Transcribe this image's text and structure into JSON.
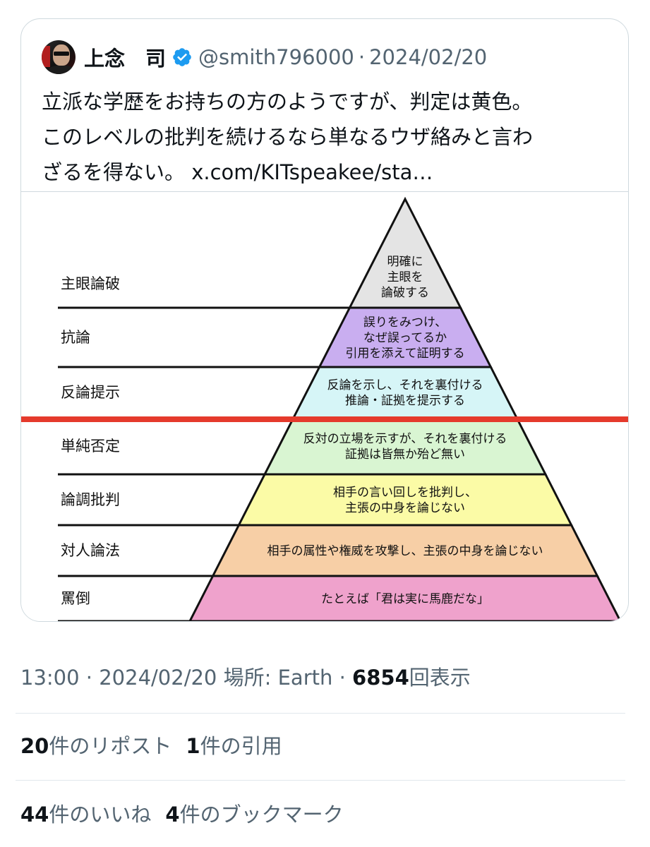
{
  "quoted_tweet": {
    "name": "上念　司",
    "handle": "@smith796000",
    "separator": "·",
    "date": "2024/02/20",
    "text_lines": [
      "立派な学歴をお持ちの方のようですが、判定は黄色。",
      "このレベルの批判を続けるなら単なるウザ絡みと言わ",
      "ざるを得ない。 x.com/KITspeakee/sta…"
    ],
    "verified_color": "#1d9bf0"
  },
  "pyramid": {
    "levels": [
      {
        "label": "主眼論破",
        "text": [
          "明確に",
          "主眼を",
          "論破する"
        ],
        "color": "#e4e4e4"
      },
      {
        "label": "抗論",
        "text": [
          "誤りをみつけ、",
          "なぜ誤ってるか",
          "引用を添えて証明する"
        ],
        "color": "#c9aef0"
      },
      {
        "label": "反論提示",
        "text": [
          "反論を示し、それを裏付ける",
          "推論・証拠を提示する"
        ],
        "color": "#d6f5f7"
      },
      {
        "label": "単純否定",
        "text": [
          "反対の立場を示すが、それを裏付ける",
          "証拠は皆無か殆ど無い"
        ],
        "color": "#d9f5d2"
      },
      {
        "label": "論調批判",
        "text": [
          "相手の言い回しを批判し、",
          "主張の中身を論じない"
        ],
        "color": "#fbfba6"
      },
      {
        "label": "対人論法",
        "text": [
          "相手の属性や権威を攻撃し、主張の中身を論じない"
        ],
        "color": "#f7cfa6"
      },
      {
        "label": "罵倒",
        "text": [
          "たとえば「君は実に馬鹿だな」"
        ],
        "color": "#efa2cc"
      }
    ],
    "threshold_line_color": "#e53a2c"
  },
  "meta": {
    "time": "13:00",
    "sep1": " · ",
    "date": "2024/02/20",
    "location": " 場所: Earth",
    "sep2": " · ",
    "views": "6854",
    "views_label": "回表示"
  },
  "stats": {
    "reposts": "20",
    "reposts_label": "件のリポスト",
    "quotes": "1",
    "quotes_label": "件の引用",
    "likes": "44",
    "likes_label": "件のいいね",
    "bookmarks": "4",
    "bookmarks_label": "件のブックマーク"
  }
}
